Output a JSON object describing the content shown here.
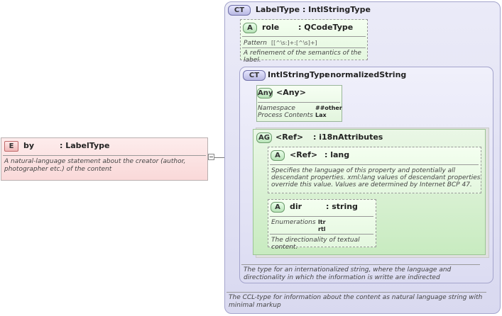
{
  "element": {
    "badge": "E",
    "name": "by",
    "type": ": LabelType",
    "doc": "A natural-language statement about the creator (author, photographer etc.) of the content"
  },
  "label_type": {
    "badge": "CT",
    "title": "LabelType : IntlStringType",
    "doc": "The CCL-type for information about the content as natural language string with minimal markup",
    "role": {
      "badge": "A",
      "name": "role",
      "type": ": QCodeType",
      "pattern_label": "Pattern",
      "pattern_value": "[[^\\s:]+:[^\\s]+]",
      "doc": "A refinement of the semantics of the label."
    }
  },
  "intl_string_type": {
    "badge": "CT",
    "title": "IntlStringType",
    "type": ": normalizedString",
    "doc": "The type for an internationalized string, where the language and directionality in which the information is writte are indirected",
    "any": {
      "badge": "Any",
      "name": "<Any>",
      "namespace_label": "Namespace",
      "namespace_value": "##other",
      "process_label": "Process Contents",
      "process_value": "Lax"
    },
    "attr_group": {
      "badge": "AG",
      "name": "<Ref>",
      "type": ": i18nAttributes",
      "lang": {
        "badge": "A",
        "name": "<Ref>",
        "type": ": lang",
        "doc": "Specifies the language of this property and potentially all descendant properties. xml:lang values of descendant properties override this value. Values are determined by Internet BCP 47."
      },
      "dir": {
        "badge": "A",
        "name": "dir",
        "type": ": string",
        "enum_label": "Enumerations",
        "enum_values": "ltr\nrtl",
        "doc": "The directionality of textual content."
      }
    }
  },
  "colors": {
    "element_fill": "#fad9d9",
    "complex_type_fill": "#dcdcf2",
    "attribute_fill": "#e4f7df"
  }
}
